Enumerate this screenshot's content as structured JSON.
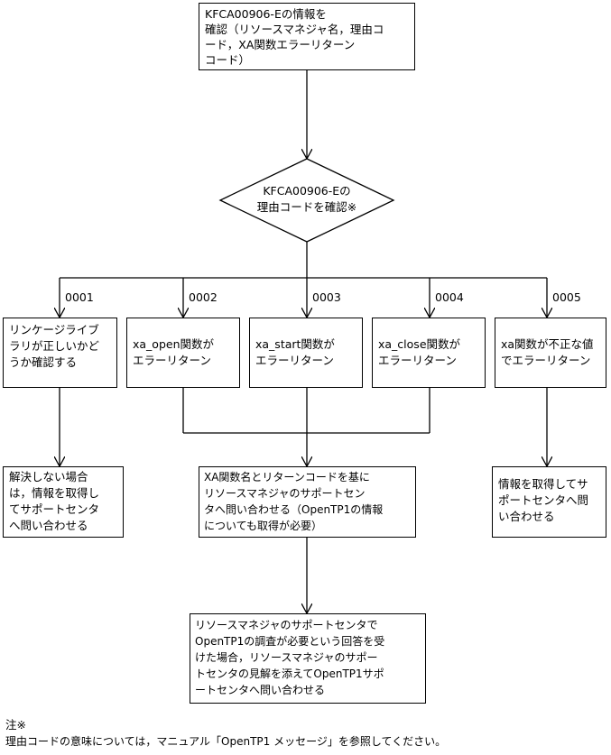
{
  "start_box": {
    "lines": [
      "KFCA00906-Eの情報を",
      "確認（リソースマネジャ名，理由コ",
      "ード，XA関数エラーリターン",
      "コード）"
    ]
  },
  "decision": {
    "lines": [
      "KFCA00906-Eの",
      "理由コードを確認※"
    ]
  },
  "branches": [
    {
      "code": "0001",
      "box_lines": [
        "リンケージライブ",
        "ラリが正しいかど",
        "うか確認する"
      ]
    },
    {
      "code": "0002",
      "box_lines": [
        "xa_open関数が",
        "エラーリターン"
      ]
    },
    {
      "code": "0003",
      "box_lines": [
        "xa_start関数が",
        "エラーリターン"
      ]
    },
    {
      "code": "0004",
      "box_lines": [
        "xa_close関数が",
        "エラーリターン"
      ]
    },
    {
      "code": "0005",
      "box_lines": [
        "xa関数が不正な値",
        "でエラーリターン"
      ]
    }
  ],
  "result_left": {
    "lines": [
      "解決しない場合",
      "は，情報を取得し",
      "てサポートセンタ",
      "へ問い合わせる"
    ]
  },
  "result_center": {
    "lines": [
      "XA関数名とリターンコードを基に",
      "リソースマネジャのサポートセン",
      "タへ問い合わせる（OpenTP1の情報",
      "についても取得が必要）"
    ]
  },
  "result_right": {
    "lines": [
      "情報を取得してサ",
      "ポートセンタへ問",
      "い合わせる"
    ]
  },
  "final_box": {
    "lines": [
      "リソースマネジャのサポートセンタで",
      "OpenTP1の調査が必要という回答を受",
      "けた場合，リソースマネジャのサポー",
      "トセンタの見解を添えてOpenTP1サポ",
      "ートセンタへ問い合わせる"
    ]
  },
  "note": {
    "title": "注※",
    "text": "理由コードの意味については，マニュアル「OpenTP1 メッセージ」を参照してください。"
  }
}
